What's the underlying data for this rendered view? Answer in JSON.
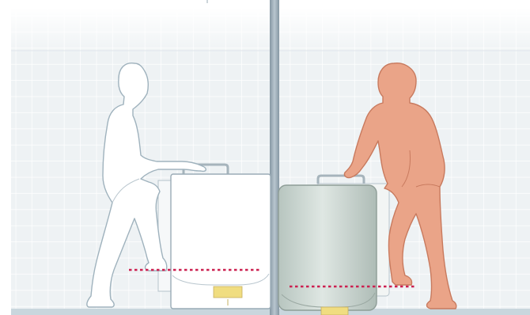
{
  "scene": {
    "panels": [
      {
        "side": "left",
        "tub": "white-outline-bathtub",
        "figure": "outline-figure",
        "figure_color": "#ffffff",
        "outline_color": "#9fb2bd"
      },
      {
        "side": "right",
        "tub": "grey-green-bathtub",
        "figure": "filled-figure",
        "figure_color": "#eaa488",
        "outline_color": "#c87a5e"
      }
    ],
    "colors": {
      "tile_background": "#eef2f4",
      "tile_grid": "#ffffff",
      "divider_pillar": "#9aabb6",
      "floor": "#c9d6dd",
      "water_level_line": "#cc2050",
      "drain": "#f0dd80",
      "tub_right_fill": "#c5d1cc"
    }
  }
}
